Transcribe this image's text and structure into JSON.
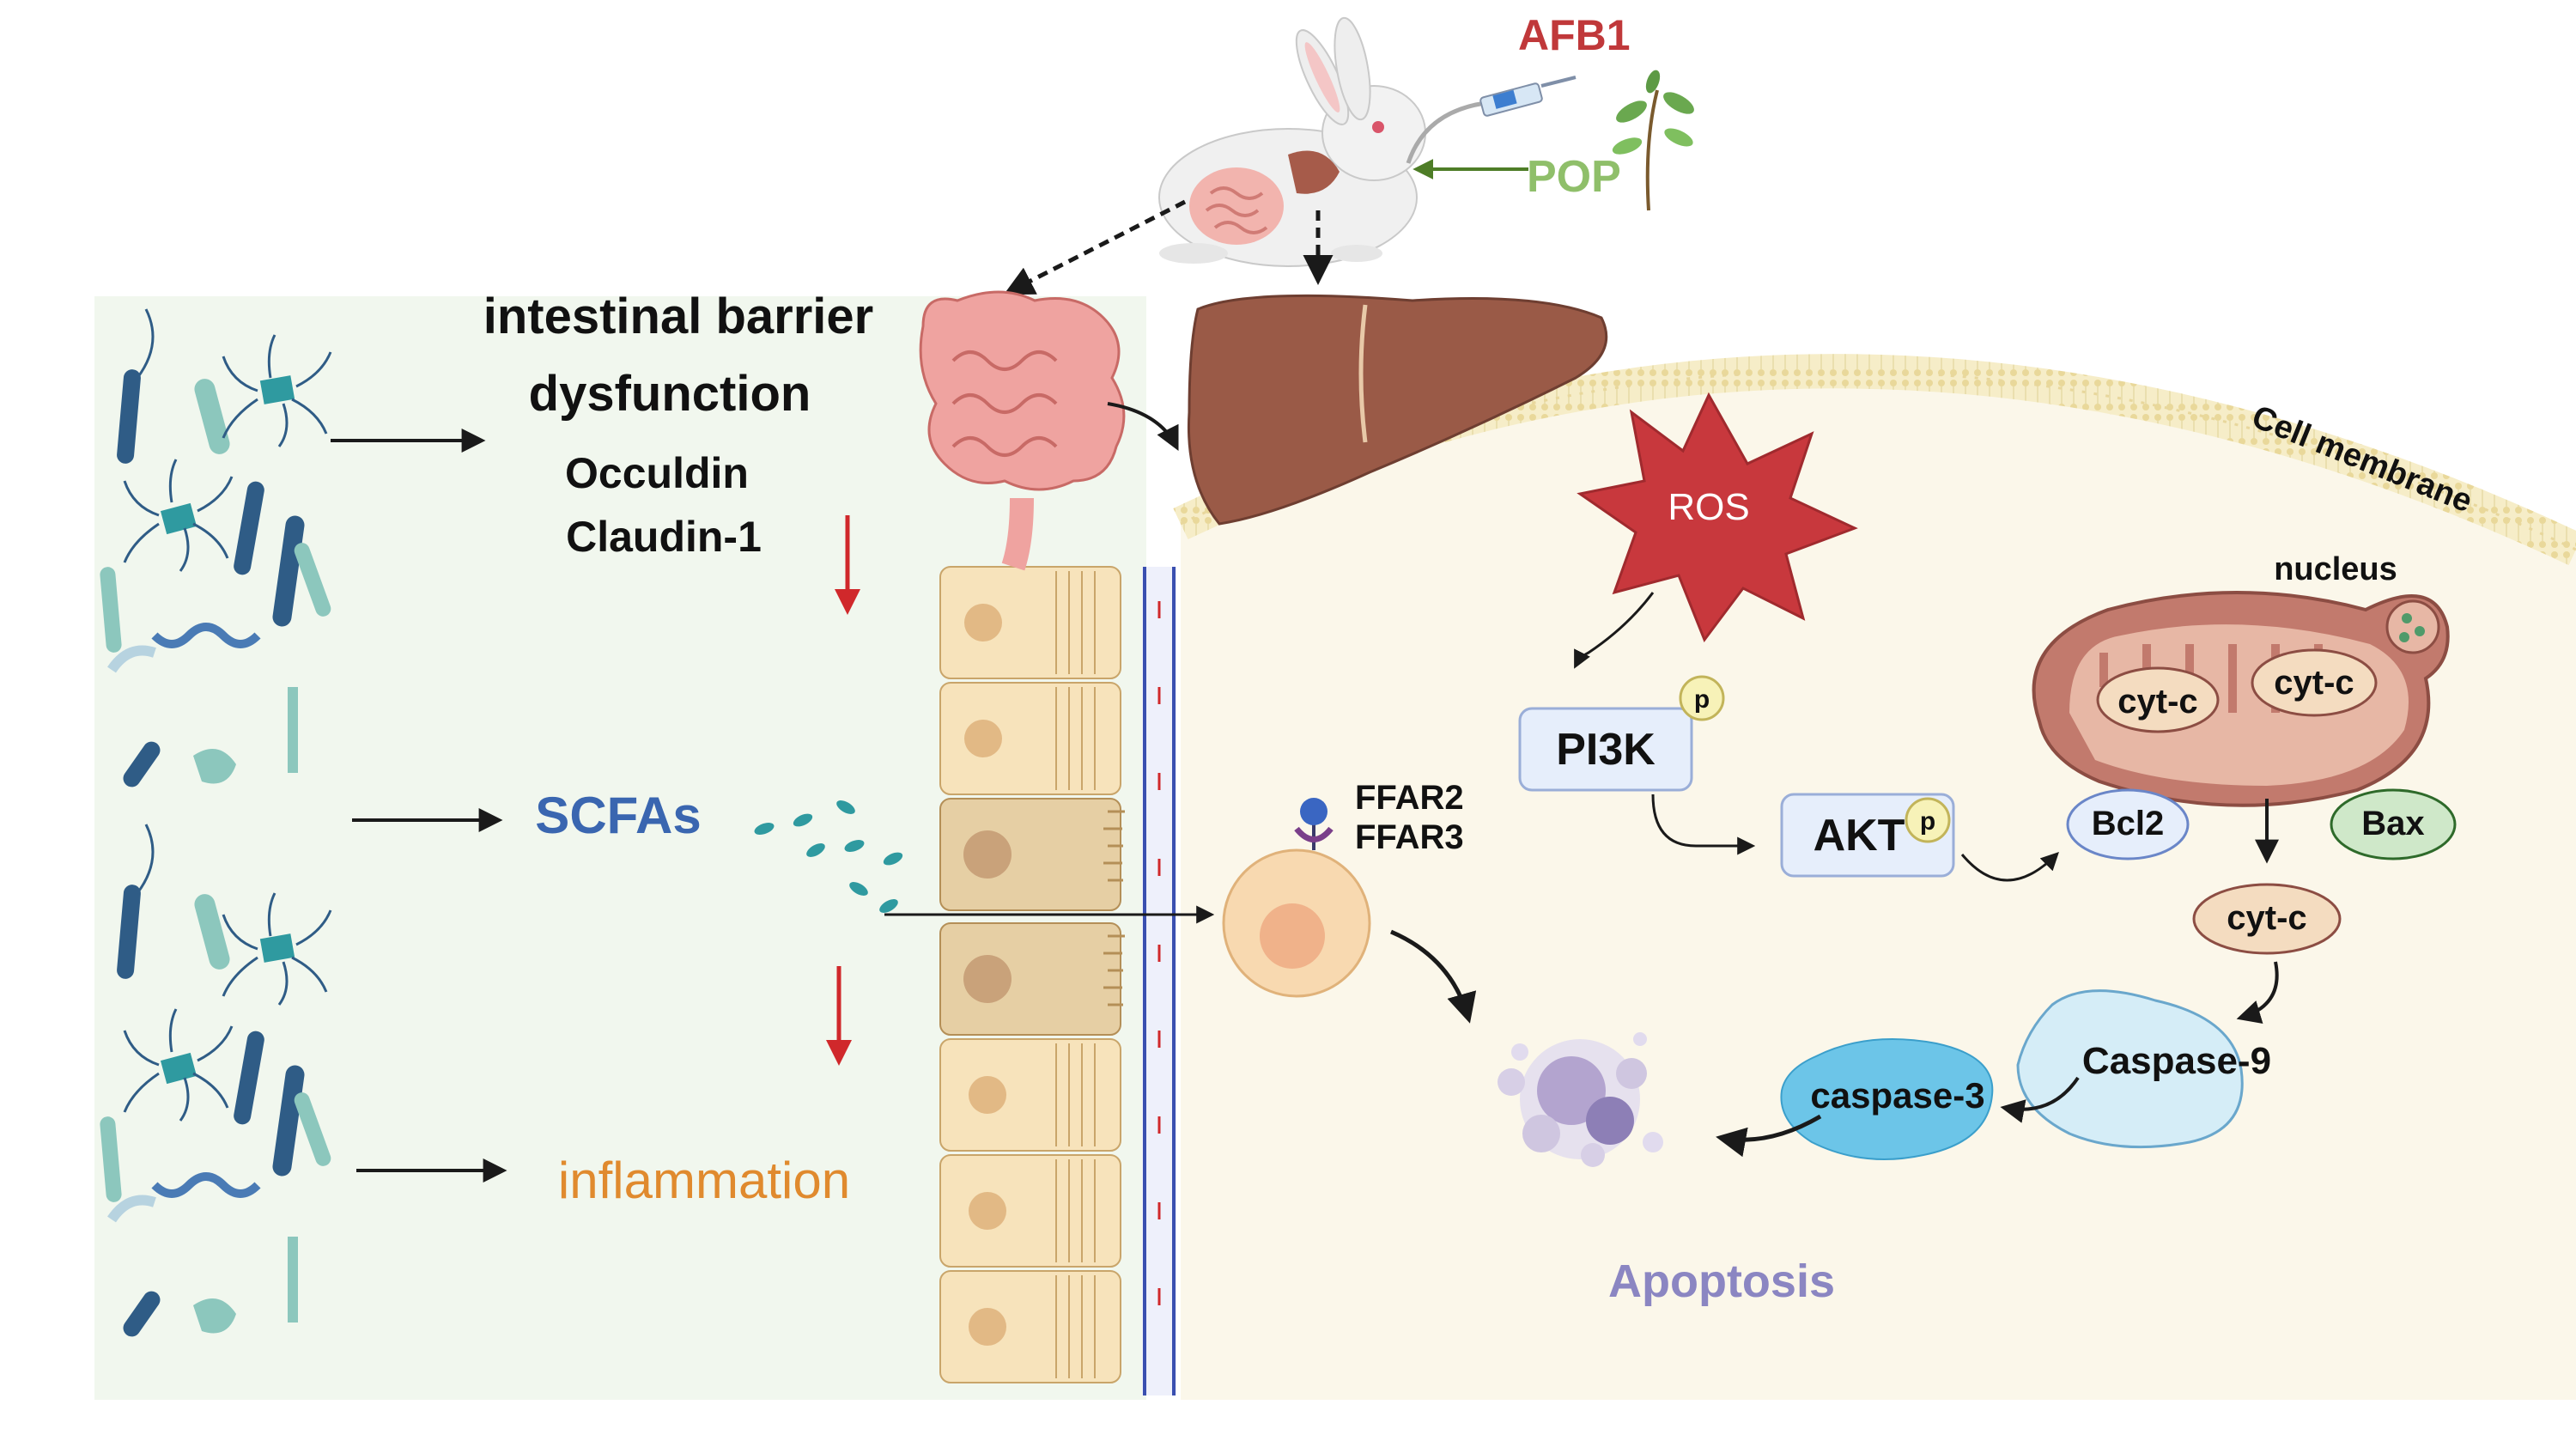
{
  "labels": {
    "afb1": "AFB1",
    "pop": "POP",
    "barrier_line1": "intestinal barrier",
    "barrier_line2": "dysfunction",
    "occuldin": "Occuldin",
    "claudin": "Claudin-1",
    "scfas": "SCFAs",
    "inflammation": "inflammation",
    "ffar2": "FFAR2",
    "ffar3": "FFAR3",
    "cell_membrane": "Cell membrane",
    "ros": "ROS",
    "pi3k": "PI3K",
    "akt": "AKT",
    "p_pi3k": "p",
    "p_akt": "p",
    "nucleus": "nucleus",
    "cytc_1": "cyt-c",
    "cytc_2": "cyt-c",
    "bcl2": "Bcl2",
    "bax": "Bax",
    "cytc_3": "cyt-c",
    "caspase9": "Caspase-9",
    "caspase3": "caspase-3",
    "apoptosis": "Apoptosis"
  },
  "colors": {
    "afb1": "#c0383a",
    "pop": "#8fbf6a",
    "scfas": "#3a66b0",
    "inflammation": "#e08a2e",
    "apoptosis": "#8b86c2",
    "ros": "#c8383d",
    "gut_panel": "#f1f7ee",
    "cell_bg": "#fbf7ea",
    "liver": "#9a5a47",
    "mito": "#c27a6d",
    "bacteria_dark": "#2f5c86",
    "bacteria_teal": "#2f9aa0",
    "bacteria_light": "#8cc7bd"
  }
}
